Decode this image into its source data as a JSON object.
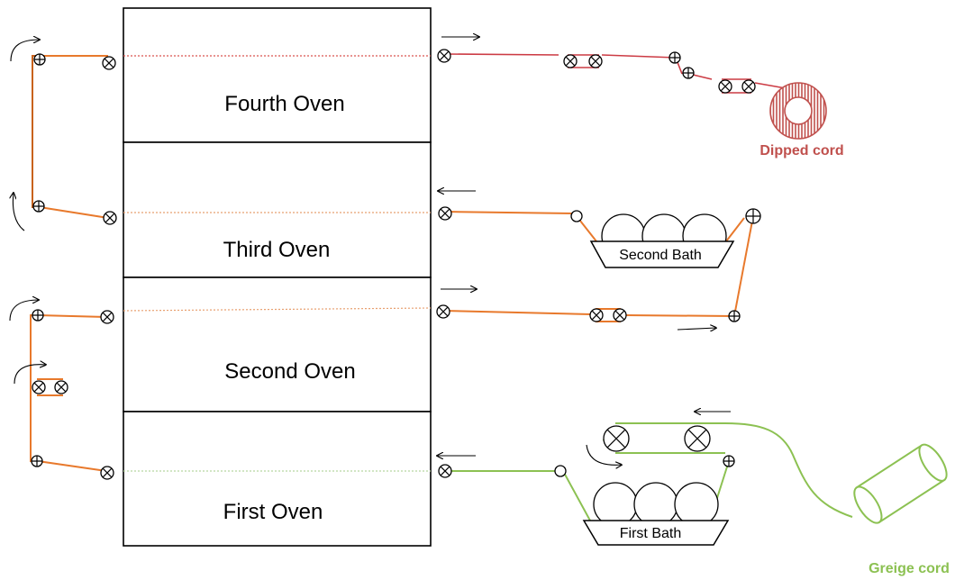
{
  "ovens": [
    {
      "id": "fourth",
      "label": "Fourth Oven"
    },
    {
      "id": "third",
      "label": "Third Oven"
    },
    {
      "id": "second",
      "label": "Second Oven"
    },
    {
      "id": "first",
      "label": "First Oven"
    }
  ],
  "baths": {
    "second": "Second Bath",
    "first": "First Bath"
  },
  "cords": {
    "dipped": "Dipped cord",
    "greige": "Greige cord"
  },
  "colors": {
    "dipped_cord": "#c0504d",
    "greige_cord": "#8cc152",
    "cord_path": "#e8792c",
    "red_cord_path": "#cc3b44"
  },
  "icons": [
    "cross-roller-icon",
    "plus-roller-icon",
    "plain-roller-icon",
    "bath-roller-icon",
    "flow-arrow-icon",
    "turn-arrow-icon",
    "cord-spool-icon",
    "greige-package-icon"
  ]
}
